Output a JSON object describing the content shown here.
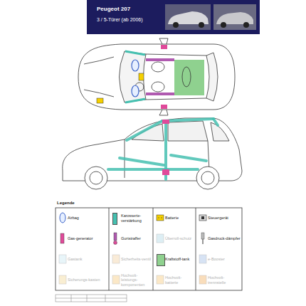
{
  "diagram": {
    "title": "Peugeot 207",
    "labels": [
      "3 / 5-Türer (ab 2006)",
      "Legende"
    ],
    "legend": [
      {
        "text": "Airbag"
      },
      {
        "text": "Karosserie-verstärkung",
        "color": "#45c0b0"
      },
      {
        "text": "Batterie"
      },
      {
        "text": "Steuergerät"
      },
      {
        "text": "Gas-generator"
      },
      {
        "text": "Gurtstraffer"
      },
      {
        "text": "Überroll-schutz"
      },
      {
        "text": "Gasdruck-dämpfer"
      },
      {
        "text": "Gastank"
      },
      {
        "text": "Sicherheits-ventil"
      },
      {
        "text": "Kraftstoff-tank",
        "color": "#8fd18f"
      },
      {
        "text": "e-Booster"
      },
      {
        "text": "Sicherungs-kasten"
      },
      {
        "text": "Hochvolt-leistungs-komponenten"
      },
      {
        "text": "Hochvolt-batterie"
      },
      {
        "text": "Hochvolt-trennstelle"
      }
    ]
  }
}
